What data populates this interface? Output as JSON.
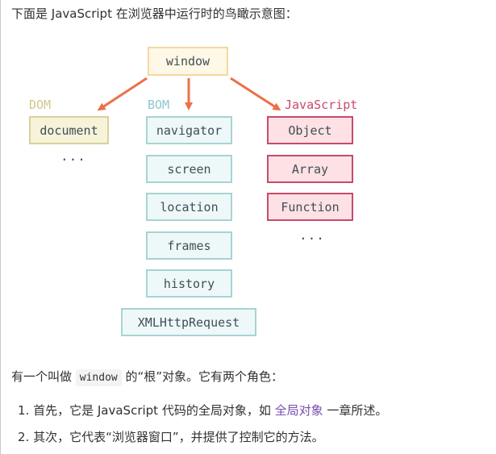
{
  "intro": "下面是 JavaScript 在浏览器中运行时的鸟瞰示意图：",
  "diagram": {
    "root": "window",
    "groups": {
      "dom": {
        "label": "DOM",
        "items": [
          "document"
        ],
        "more": "..."
      },
      "bom": {
        "label": "BOM",
        "items": [
          "navigator",
          "screen",
          "location",
          "frames",
          "history",
          "XMLHttpRequest"
        ]
      },
      "js": {
        "label": "JavaScript",
        "items": [
          "Object",
          "Array",
          "Function"
        ],
        "more": "..."
      }
    },
    "colors": {
      "arrow": "#ed7048",
      "dom_border": "#d9d19a",
      "bom_border": "#a7d3d3",
      "js_border": "#c84a6a",
      "window_border": "#f3d9a0"
    }
  },
  "paragraph": {
    "before": "有一个叫做 ",
    "code": "window",
    "after": " 的“根”对象。它有两个角色："
  },
  "roles": [
    {
      "num": "1.",
      "before": "首先，它是 JavaScript 代码的全局对象，如 ",
      "link": "全局对象",
      "after": " 一章所述。"
    },
    {
      "num": "2.",
      "text": "其次，它代表“浏览器窗口”，并提供了控制它的方法。"
    }
  ]
}
